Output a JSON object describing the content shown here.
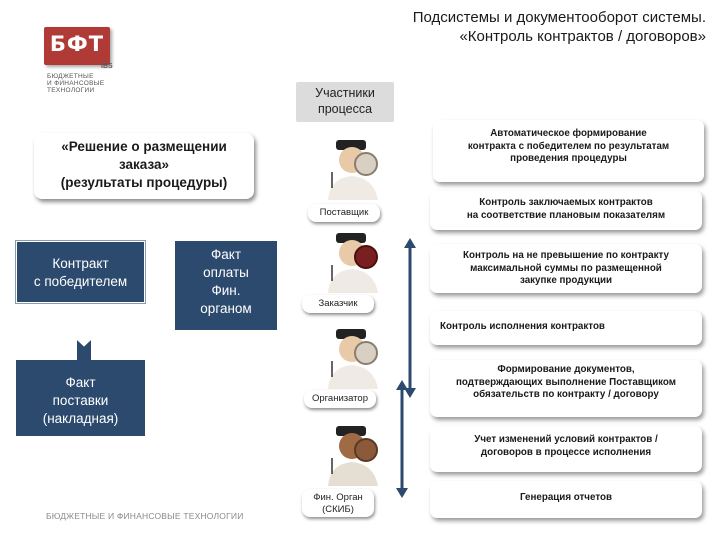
{
  "header": {
    "title_line1": "Подсистемы и документооборот системы.",
    "title_line2": "«Контроль контрактов / договоров»"
  },
  "logo": {
    "mark": "БФТ",
    "ibs": "IBS",
    "sub1": "БЮДЖЕТНЫЕ",
    "sub2": "И ФИНАНСОВЫЕ",
    "sub3": "ТЕХНОЛОГИИ",
    "color": "#b03a35"
  },
  "participants": {
    "line1": "Участники",
    "line2": "процесса"
  },
  "left": {
    "decision_line1": "«Решение о размещении",
    "decision_line2": "заказа»",
    "decision_line3": "(результаты процедуры)",
    "contract_line1": "Контракт",
    "contract_line2": "с победителем",
    "payment_line1": "Факт",
    "payment_line2": "оплаты",
    "payment_line3": "Фин.",
    "payment_line4": "органом",
    "delivery_line1": "Факт",
    "delivery_line2": "поставки",
    "delivery_line3": "(накладная)"
  },
  "roles": {
    "supplier": "Поставщик",
    "customer": "Заказчик",
    "organizer": "Организатор",
    "fin_line1": "Фин. Орган",
    "fin_line2": "(СКИБ)"
  },
  "functions": {
    "f1_line1": "Автоматическое формирование",
    "f1_line2": "контракта с победителем по результатам",
    "f1_line3": "проведения процедуры",
    "f2_line1": "Контроль заключаемых контрактов",
    "f2_line2": "на соответствие плановым показателям",
    "f3_line1": "Контроль на не превышение по контракту",
    "f3_line2": "максимальной суммы по размещенной",
    "f3_line3": "закупке продукции",
    "f4": "Контроль исполнения контрактов",
    "f5_line1": "Формирование документов,",
    "f5_line2": "подтверждающих выполнение Поставщиком",
    "f5_line3": "обязательств по контракту / договору",
    "f6_line1": "Учет изменений условий контрактов /",
    "f6_line2": "договоров в процессе исполнения",
    "f7": "Генерация отчетов"
  },
  "footer": "БЮДЖЕТНЫЕ И ФИНАНСОВЫЕ ТЕХНОЛОГИИ",
  "colors": {
    "navy": "#2c4a6e",
    "gray": "#dcdcdc"
  }
}
